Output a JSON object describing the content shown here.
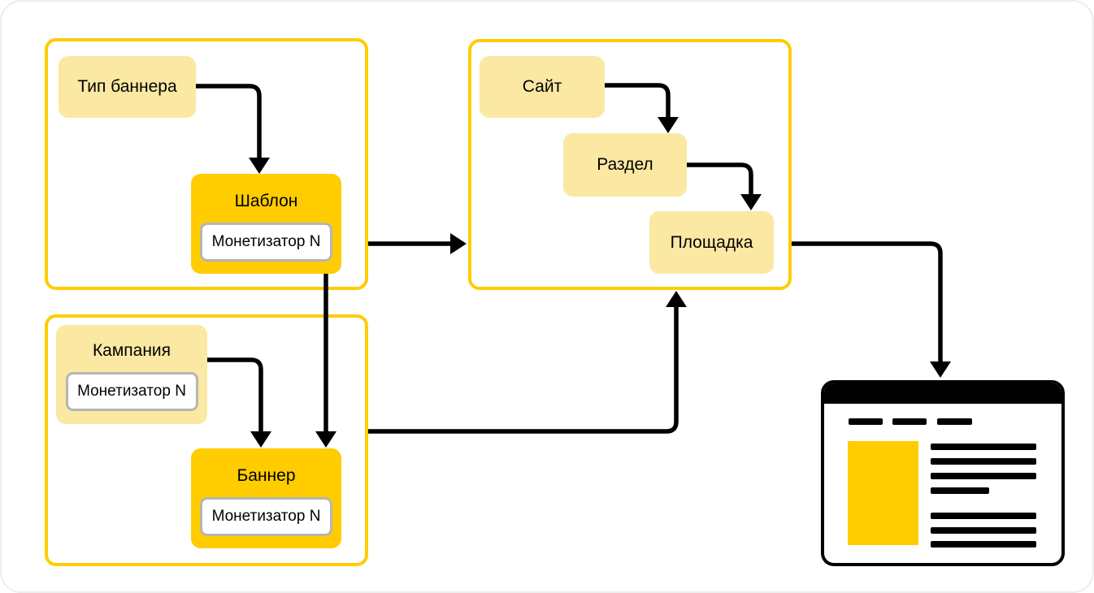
{
  "diagram": {
    "nodes": {
      "banner_type": {
        "label": "Тип баннера"
      },
      "template": {
        "label": "Шаблон",
        "chip": "Монетизатор N"
      },
      "campaign": {
        "label": "Кампания",
        "chip": "Монетизатор N"
      },
      "banner": {
        "label": "Баннер",
        "chip": "Монетизатор N"
      },
      "site": {
        "label": "Сайт"
      },
      "section": {
        "label": "Раздел"
      },
      "platform": {
        "label": "Площадка"
      }
    },
    "colors": {
      "accent_yellow": "#FFCC00",
      "light_yellow": "#FAE8A3",
      "chip_border": "#B5B5B5",
      "arrow_black": "#000000"
    },
    "arrows": [
      {
        "name": "banner-type-to-template"
      },
      {
        "name": "template-group-to-site-group"
      },
      {
        "name": "template-to-banner"
      },
      {
        "name": "campaign-to-banner"
      },
      {
        "name": "banner-group-to-platform-group"
      },
      {
        "name": "site-to-section"
      },
      {
        "name": "section-to-platform"
      },
      {
        "name": "platform-group-to-webpage"
      }
    ],
    "illustrations": [
      {
        "name": "webpage-with-ad-banner"
      }
    ]
  }
}
